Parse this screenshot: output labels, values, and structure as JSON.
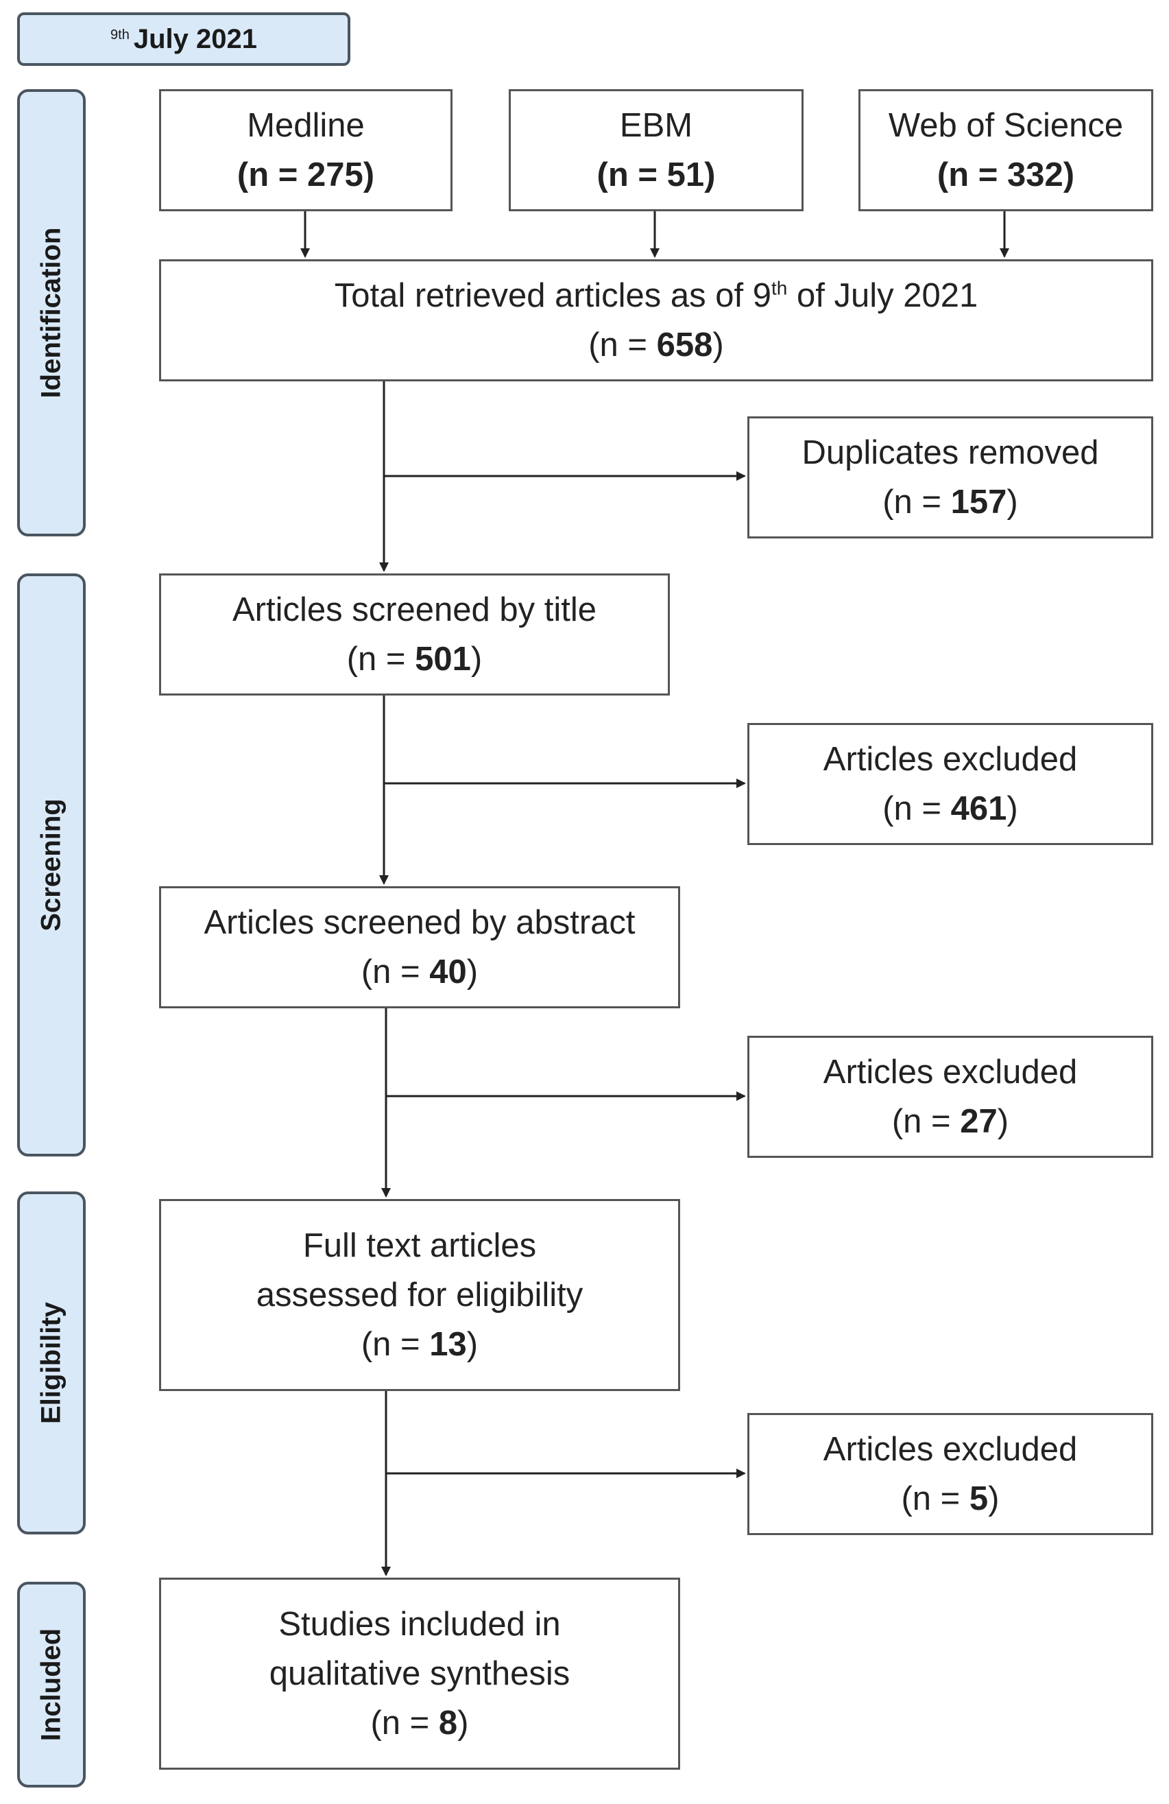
{
  "date_tab": {
    "sup": "9th",
    "text": "July 2021"
  },
  "stages": {
    "identification": "Identification",
    "screening": "Screening",
    "eligibility": "Eligibility",
    "included": "Included"
  },
  "sources": {
    "medline": {
      "name": "Medline",
      "count": "(n = 275)"
    },
    "ebm": {
      "name": "EBM",
      "count": "(n = 51)"
    },
    "wos": {
      "name": "Web of Science",
      "count": "(n = 332)"
    }
  },
  "total": {
    "prefix": "Total retrieved articles as of 9",
    "sup": "th",
    "suffix": " of July 2021",
    "n_open": "(n = ",
    "n": "658",
    "n_close": ")"
  },
  "duplicates": {
    "label": "Duplicates removed",
    "n_open": "(n = ",
    "n": "157",
    "n_close": ")"
  },
  "screened_title": {
    "label": "Articles screened by title",
    "n_open": "(n = ",
    "n": "501",
    "n_close": ")"
  },
  "excluded_1": {
    "label": "Articles excluded",
    "n_open": "(n = ",
    "n": "461",
    "n_close": ")"
  },
  "screened_abstract": {
    "label": "Articles screened by abstract",
    "n_open": "(n = ",
    "n": "40",
    "n_close": ")"
  },
  "excluded_2": {
    "label": "Articles excluded",
    "n_open": "(n = ",
    "n": "27",
    "n_close": ")"
  },
  "full_text": {
    "line1": "Full text articles",
    "line2": "assessed for eligibility",
    "n_open": "(n = ",
    "n": "13",
    "n_close": ")"
  },
  "excluded_3": {
    "label": "Articles excluded",
    "n_open": "(n = ",
    "n": "5",
    "n_close": ")"
  },
  "included": {
    "line1": "Studies included in",
    "line2": "qualitative synthesis",
    "n_open": "(n = ",
    "n": "8",
    "n_close": ")"
  },
  "colors": {
    "stage_fill": "#d9e9f8",
    "stage_border": "#4a5560",
    "box_border": "#555555",
    "arrow": "#222222"
  }
}
